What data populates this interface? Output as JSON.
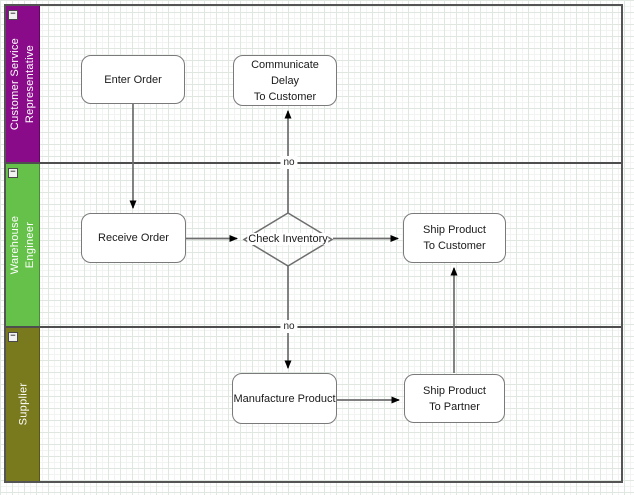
{
  "diagram": {
    "type": "cross_functional_flowchart_swimlanes",
    "collapse_glyph": "−",
    "colors": {
      "lane_customer_service": "#8A0B8A",
      "lane_warehouse_engineer": "#66C14B",
      "lane_supplier": "#797A1E",
      "frame": "#545454",
      "connector": "#6E6E6E",
      "arrowhead": "#000000",
      "node_border": "#7A7A7A",
      "grid_major": "#E0E7E0"
    },
    "lanes": [
      {
        "id": "customer-service",
        "label_lines": [
          "Customer Service",
          "Representative"
        ],
        "color": "#8A0B8A"
      },
      {
        "id": "warehouse-engineer",
        "label_lines": [
          "Warehouse",
          "Engineer"
        ],
        "color": "#66C14B"
      },
      {
        "id": "supplier",
        "label_lines": [
          "Supplier"
        ],
        "color": "#797A1E"
      }
    ],
    "nodes": [
      {
        "id": "enter-order",
        "shape": "rounded-rect",
        "lines": [
          "Enter Order"
        ]
      },
      {
        "id": "communicate-delay",
        "shape": "rounded-rect",
        "lines": [
          "Communicate",
          "Delay",
          "To Customer"
        ]
      },
      {
        "id": "receive-order",
        "shape": "rounded-rect",
        "lines": [
          "Receive Order"
        ]
      },
      {
        "id": "check-inventory",
        "shape": "decision-diamond",
        "lines": [
          "Check Inventory"
        ]
      },
      {
        "id": "ship-product-to-customer",
        "shape": "rounded-rect",
        "lines": [
          "Ship Product",
          "To Customer"
        ]
      },
      {
        "id": "manufacture-product",
        "shape": "rounded-rect",
        "lines": [
          "Manufacture Product"
        ]
      },
      {
        "id": "ship-product-to-partner",
        "shape": "rounded-rect",
        "lines": [
          "Ship Product",
          "To Partner"
        ]
      }
    ],
    "edge_labels": [
      {
        "id": "no-top",
        "text": "no"
      },
      {
        "id": "no-bottom",
        "text": "no"
      }
    ],
    "edges": [
      {
        "from": "enter-order",
        "to": "receive-order"
      },
      {
        "from": "receive-order",
        "to": "check-inventory"
      },
      {
        "from": "check-inventory",
        "to": "communicate-delay",
        "label": "no"
      },
      {
        "from": "check-inventory",
        "to": "ship-product-to-customer"
      },
      {
        "from": "check-inventory",
        "to": "manufacture-product",
        "label": "no"
      },
      {
        "from": "manufacture-product",
        "to": "ship-product-to-partner"
      },
      {
        "from": "ship-product-to-partner",
        "to": "ship-product-to-customer"
      }
    ]
  }
}
